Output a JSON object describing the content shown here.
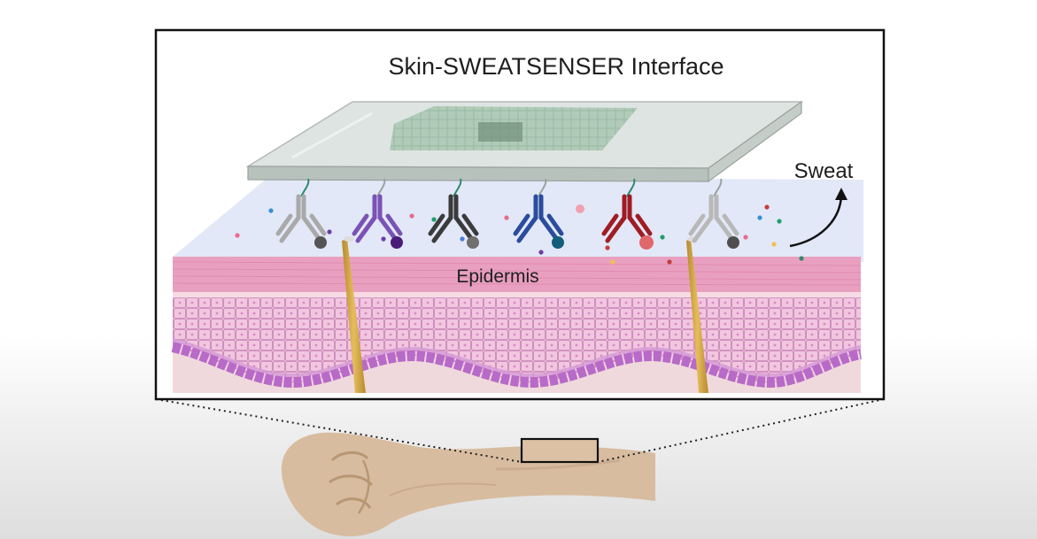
{
  "title": "Skin-SWEATSENSER Interface",
  "labels": {
    "epidermis": "Epidermis",
    "sweat": "Sweat"
  },
  "antibodies": [
    {
      "name": "gray-1",
      "color": "#a9a9a9",
      "antigen": "#555555"
    },
    {
      "name": "purple",
      "color": "#7a52b5",
      "antigen": "#4b1d7a"
    },
    {
      "name": "black",
      "color": "#3b3b3b",
      "antigen": "#6f6f6f"
    },
    {
      "name": "blue",
      "color": "#2a4c9e",
      "antigen": "#135f7a"
    },
    {
      "name": "red",
      "color": "#a01c24",
      "antigen": "#e0686a"
    },
    {
      "name": "gray-2",
      "color": "#b8b8b8",
      "antigen": "#4e4e4e"
    }
  ],
  "colors": {
    "glass": "#d4dcd7",
    "skin_band": "#e9a0c0",
    "cells": "#eab6d8",
    "basal": "#b76ac8",
    "dermis": "#f0d9dc",
    "hand": "#d8bc9f",
    "needle": "#d6a845"
  }
}
